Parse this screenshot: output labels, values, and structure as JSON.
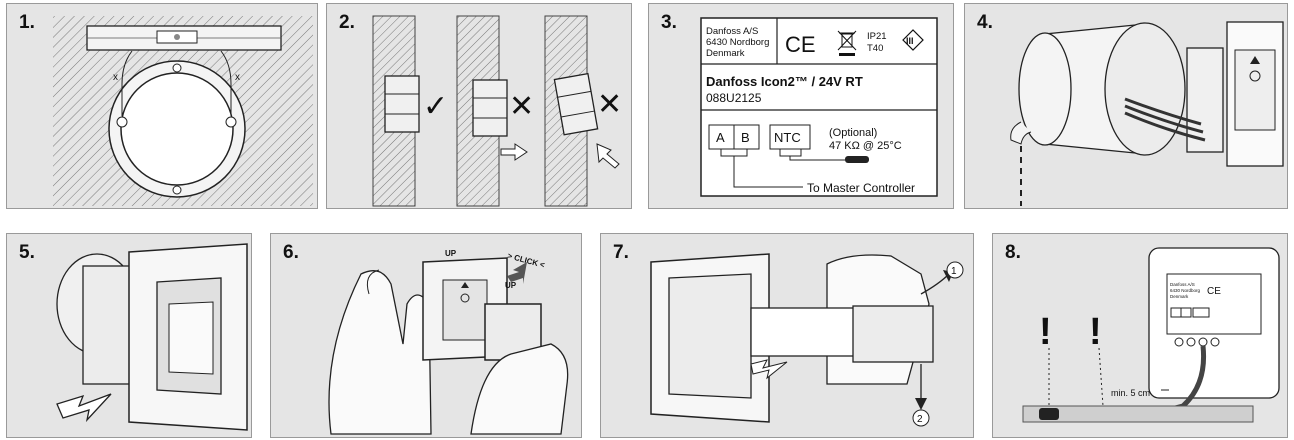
{
  "steps": [
    {
      "number": "1."
    },
    {
      "number": "2."
    },
    {
      "number": "3."
    },
    {
      "number": "4."
    },
    {
      "number": "5."
    },
    {
      "number": "6."
    },
    {
      "number": "7."
    },
    {
      "number": "8."
    }
  ],
  "step1": {
    "measure_left": "x",
    "measure_right": "x"
  },
  "label": {
    "manufacturer": [
      "Danfoss A/S",
      "6430 Nordborg",
      "Denmark"
    ],
    "ce": "CE",
    "ip": "IP21",
    "temp": "T40",
    "class_symbol": "III",
    "product": "Danfoss Icon2™ / 24V RT",
    "code": "088U2125",
    "terminals": [
      "A",
      "B",
      "NTC"
    ],
    "optional_line1": "(Optional)",
    "optional_line2": "47 KΩ @ 25°C",
    "to_master": "To Master Controller"
  },
  "step6": {
    "up_frame": "UP",
    "up_module": "UP",
    "click": "> CLICK <"
  },
  "step7": {
    "marker_1": "1",
    "marker_2": "2"
  },
  "step8": {
    "warning_1": "!",
    "warning_2": "!",
    "min_distance": "min. 5 cm"
  },
  "colors": {
    "panel_bg": "#e5e5e5",
    "panel_border": "#9a9a9a",
    "ink": "#1a1a1a"
  }
}
